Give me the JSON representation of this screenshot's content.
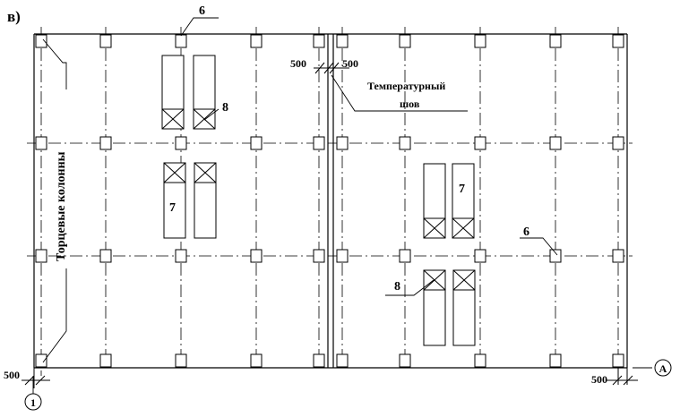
{
  "figure_label": "в)",
  "labels": {
    "column_ref_6_top": "6",
    "column_ref_6_right": "6",
    "bay_ref_8_top": "8",
    "bay_ref_8_right": "8",
    "bay_ref_7_left": "7",
    "bay_ref_7_right": "7",
    "end_columns": "Торцевые колонны",
    "temp_joint_line1": "Температурный",
    "temp_joint_line2": "шов",
    "dim_joint_left": "500",
    "dim_joint_right": "500",
    "dim_bottom_left": "500",
    "dim_bottom_right": "500"
  },
  "axes": {
    "axis_1": "1",
    "axis_A": "А"
  }
}
